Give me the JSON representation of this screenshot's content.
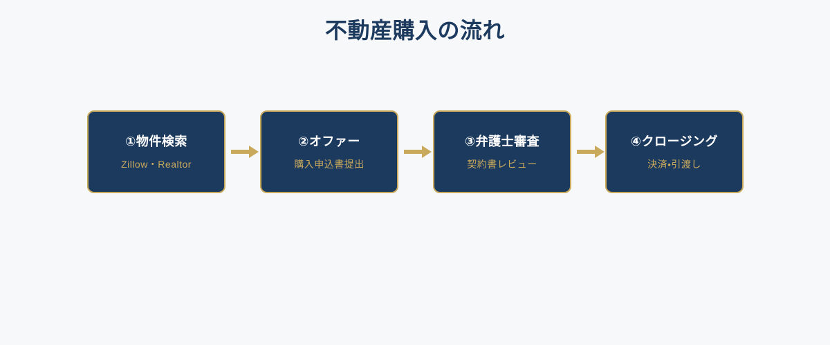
{
  "page": {
    "title": "不動産購入の流れ",
    "background_color": "#f7f8fa",
    "title_color": "#1d3a5f"
  },
  "theme": {
    "box_fill": "#1c3a5e",
    "box_border": "#c9a95c",
    "accent_gold": "#c9a95c",
    "step_title_color": "#ffffff",
    "step_subtitle_color": "#c9a95c"
  },
  "flow": {
    "connector_icon": "arrow-right-icon",
    "steps": [
      {
        "title": "①物件検索",
        "subtitle": "Zillow・Realtor"
      },
      {
        "title": "②オファー",
        "subtitle": "購入申込書提出"
      },
      {
        "title": "③弁護士審査",
        "subtitle": "契約書レビュー"
      },
      {
        "title": "④クロージング",
        "subtitle": "決済・引渡し"
      }
    ]
  }
}
